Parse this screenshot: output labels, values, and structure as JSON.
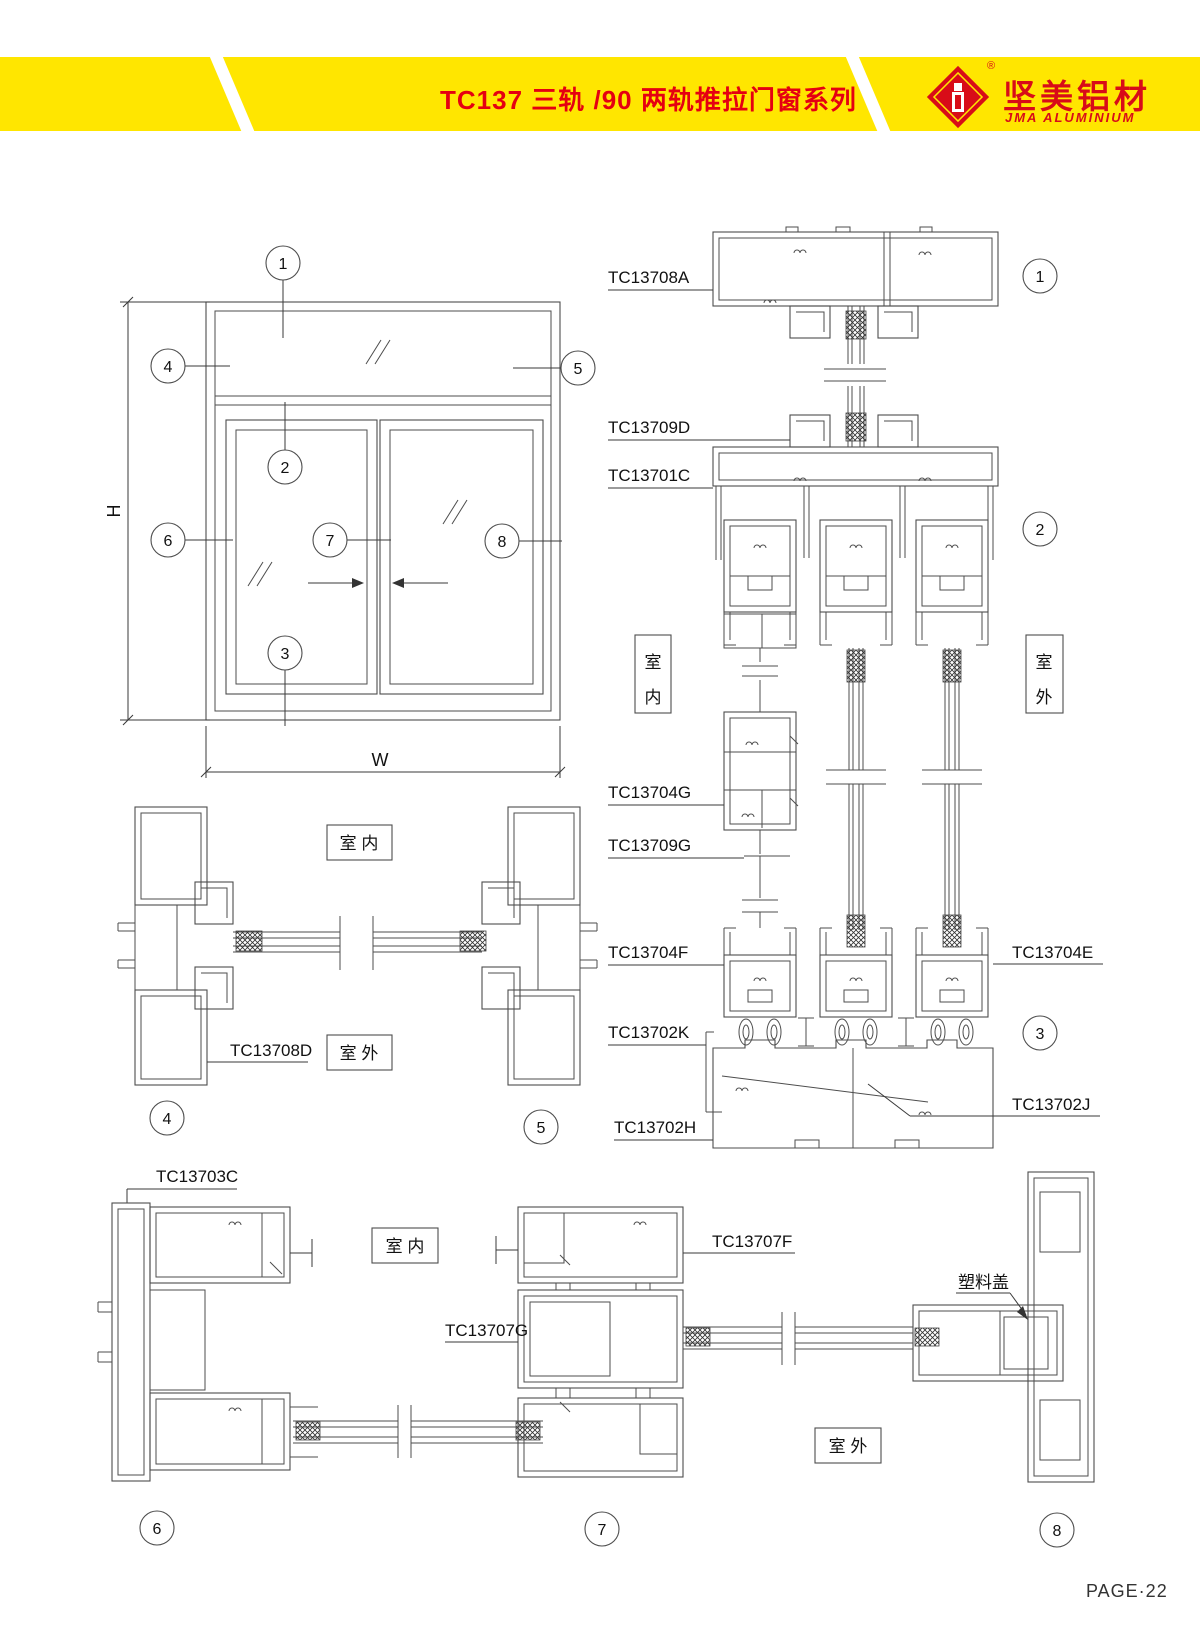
{
  "header": {
    "title": "TC137 三轨 /90 两轨推拉门窗系列",
    "logo_cn": "坚美铝材",
    "logo_en": "JMA ALUMINIUM",
    "reg_mark": "®",
    "band_color": "#FFE600",
    "title_color": "#E50011"
  },
  "callouts": [
    "1",
    "2",
    "3",
    "4",
    "5",
    "6",
    "7",
    "8"
  ],
  "elevation": {
    "dim_height": "H",
    "dim_width": "W"
  },
  "vsection": {
    "labels_left": [
      "TC13708A",
      "TC13709D",
      "TC13701C",
      "TC13704G",
      "TC13709G",
      "TC13704F",
      "TC13702K",
      "TC13702H"
    ],
    "label_704e": "TC13704E",
    "label_702j": "TC13702J",
    "indoor": [
      "室",
      "内"
    ],
    "outdoor": [
      "室",
      "外"
    ]
  },
  "msection": {
    "label_708d": "TC13708D",
    "indoor": "室  内",
    "outdoor": "室  外"
  },
  "bsection": {
    "label_703c": "TC13703C",
    "label_707f": "TC13707F",
    "label_707g": "TC13707G",
    "plastic_cover": "塑料盖",
    "indoor": "室  内",
    "outdoor": "室  外"
  },
  "footer": {
    "page": "PAGE·22"
  }
}
